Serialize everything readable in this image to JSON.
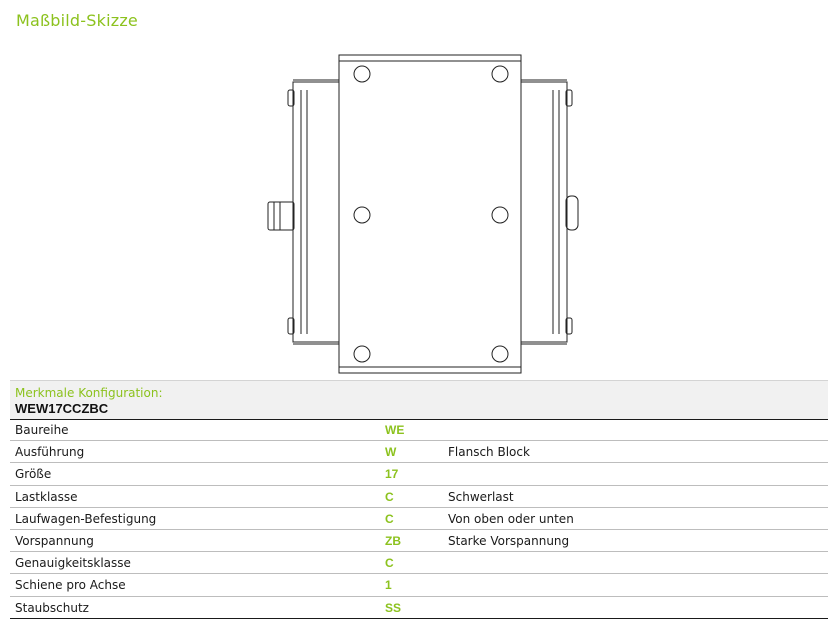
{
  "page": {
    "title": "Maßbild-Skizze"
  },
  "config": {
    "label": "Merkmale Konfiguration:",
    "code": "WEW17CCZBC"
  },
  "rows": [
    {
      "name": "Baureihe",
      "code": "WE",
      "desc": ""
    },
    {
      "name": "Ausführung",
      "code": "W",
      "desc": "Flansch Block"
    },
    {
      "name": "Größe",
      "code": "17",
      "desc": ""
    },
    {
      "name": "Lastklasse",
      "code": "C",
      "desc": "Schwerlast"
    },
    {
      "name": "Laufwagen-Befestigung",
      "code": "C",
      "desc": "Von oben oder unten"
    },
    {
      "name": "Vorspannung",
      "code": "ZB",
      "desc": "Starke Vorspannung"
    },
    {
      "name": "Genauigkeitsklasse",
      "code": "C",
      "desc": ""
    },
    {
      "name": "Schiene pro Achse",
      "code": "1",
      "desc": ""
    },
    {
      "name": "Staubschutz",
      "code": "SS",
      "desc": ""
    }
  ],
  "colors": {
    "accent": "#8cc21e",
    "text": "#1a1a1a",
    "header_bg": "#f1f1f1"
  }
}
